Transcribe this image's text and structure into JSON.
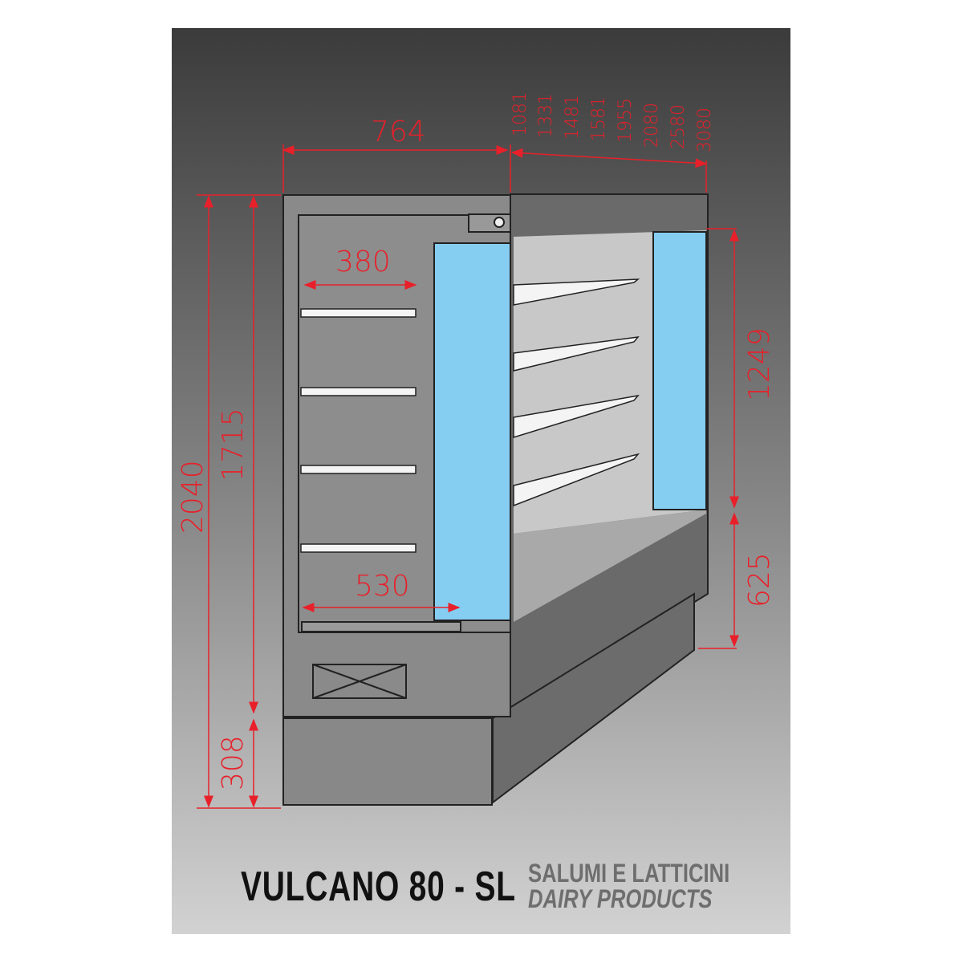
{
  "dimensions": {
    "total_depth": "764",
    "shelf_depth": "380",
    "base_depth": "530",
    "total_height": "2040",
    "body_height": "1715",
    "plinth_height": "308",
    "opening_height": "1249",
    "front_height": "625",
    "lengths": [
      "1081",
      "1331",
      "1481",
      "1581",
      "1955",
      "2080",
      "2580",
      "3080"
    ]
  },
  "product": {
    "model": "VULCANO 80 - SL",
    "category_it": "SALUMI E LATTICINI",
    "category_en": "DAIRY PRODUCTS"
  },
  "colors": {
    "dimension": "#e8202a",
    "glass": "#86cdf2"
  }
}
